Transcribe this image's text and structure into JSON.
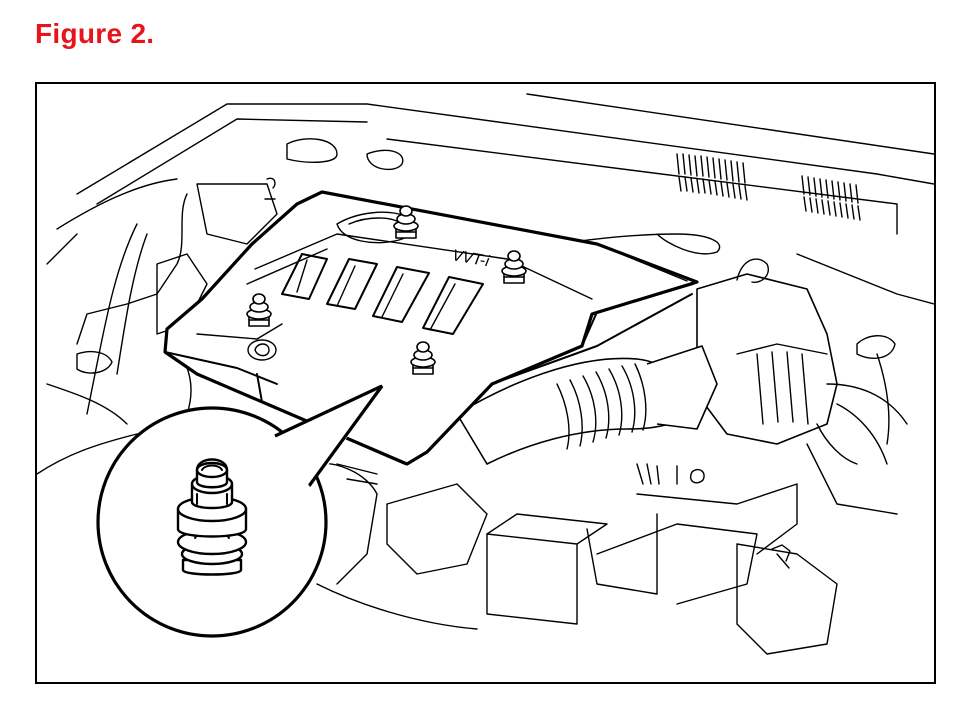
{
  "figure": {
    "title": "Figure 2.",
    "title_color": "#e8141c"
  },
  "illustration": {
    "subject": "engine-compartment",
    "cover_badge": "VVT-i",
    "clip_count": 4
  }
}
